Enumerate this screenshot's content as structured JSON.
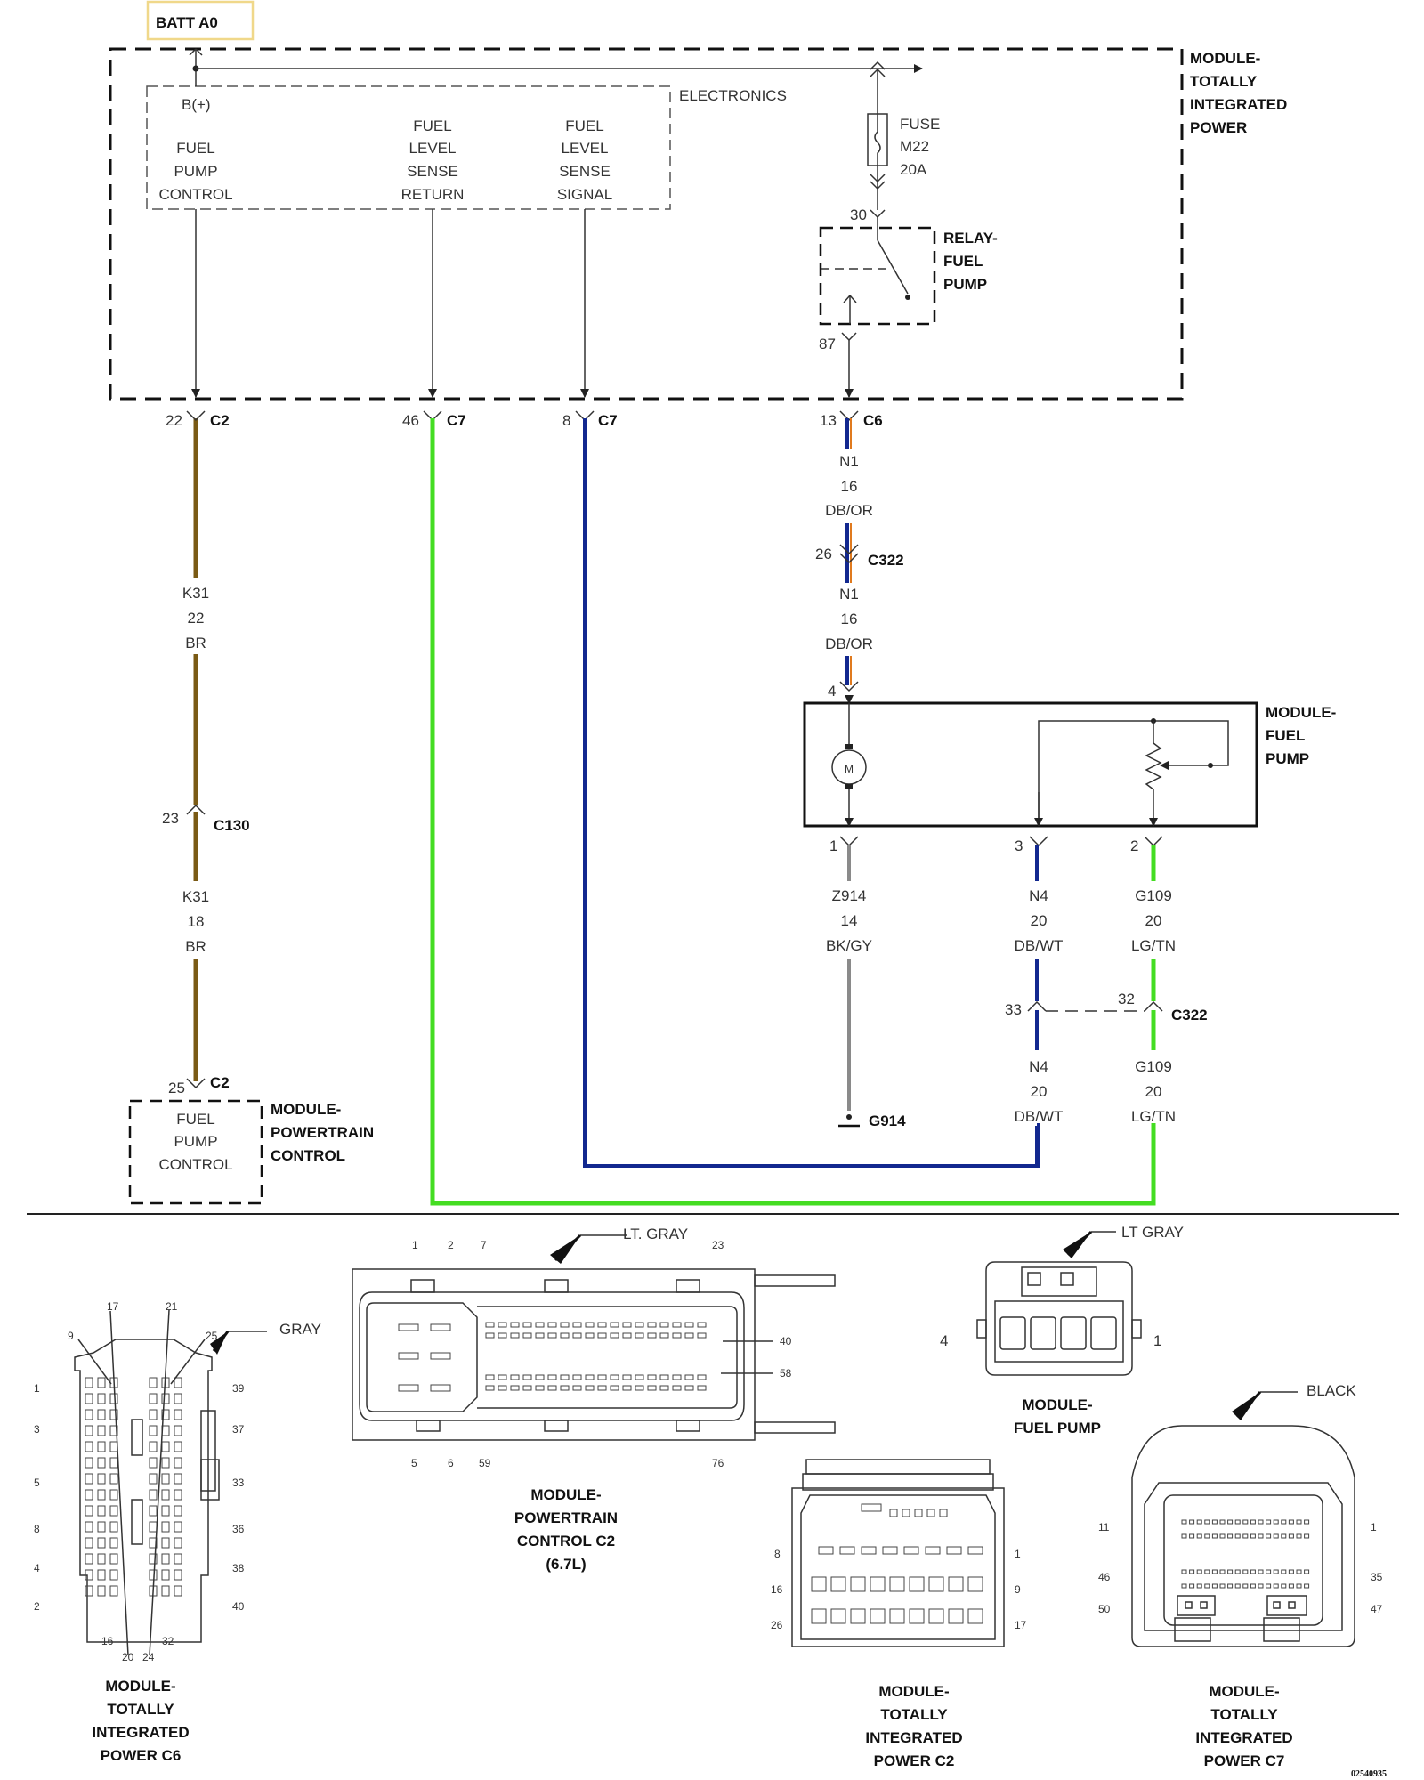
{
  "colors": {
    "br": "#7a5a14",
    "lg": "#44dd22",
    "db": "#12288f",
    "or": "#e07a1e",
    "gy": "#8a8a8a",
    "bk": "#222222",
    "batt_border": "#f0d88a"
  },
  "header": {
    "batt_label": "BATT A0"
  },
  "tipm": {
    "title": [
      "MODULE-",
      "TOTALLY",
      "INTEGRATED",
      "POWER"
    ],
    "electronics_label": "ELECTRONICS",
    "bplus": "B(+)",
    "pins": {
      "fuel_pump_control": [
        "FUEL",
        "PUMP",
        "CONTROL"
      ],
      "fuel_level_sense_return": [
        "FUEL",
        "LEVEL",
        "SENSE",
        "RETURN"
      ],
      "fuel_level_sense_signal": [
        "FUEL",
        "LEVEL",
        "SENSE",
        "SIGNAL"
      ]
    },
    "fuse": [
      "FUSE",
      "M22",
      "20A"
    ],
    "relay": [
      "RELAY-",
      "FUEL",
      "PUMP"
    ],
    "relay_pin_in": "30",
    "relay_pin_out": "87"
  },
  "connectors": {
    "c2_top": {
      "pin": "22",
      "name": "C2"
    },
    "c7_return": {
      "pin": "46",
      "name": "C7"
    },
    "c7_signal": {
      "pin": "8",
      "name": "C7"
    },
    "c6": {
      "pin": "13",
      "name": "C6"
    },
    "c322_top": {
      "pin": "26",
      "name": "C322"
    },
    "fp_pin4": "4",
    "c130": {
      "pin": "23",
      "name": "C130"
    },
    "c2_pcm": {
      "pin": "25",
      "name": "C2"
    },
    "fp_pin1": "1",
    "fp_pin3": "3",
    "fp_pin2": "2",
    "c322_bottom": {
      "pin_left": "33",
      "pin_right": "32",
      "name": "C322"
    },
    "ground": "G914"
  },
  "wires": {
    "k31_upper": [
      "K31",
      "22",
      "BR"
    ],
    "k31_lower": [
      "K31",
      "18",
      "BR"
    ],
    "n1_upper": [
      "N1",
      "16",
      "DB/OR"
    ],
    "n1_lower": [
      "N1",
      "16",
      "DB/OR"
    ],
    "z914": [
      "Z914",
      "14",
      "BK/GY"
    ],
    "n4_upper": [
      "N4",
      "20",
      "DB/WT"
    ],
    "n4_lower": [
      "N4",
      "20",
      "DB/WT"
    ],
    "g109_upper": [
      "G109",
      "20",
      "LG/TN"
    ],
    "g109_lower": [
      "G109",
      "20",
      "LG/TN"
    ]
  },
  "fuel_pump_module": {
    "title": [
      "MODULE-",
      "FUEL",
      "PUMP"
    ],
    "motor": "M"
  },
  "pcm": {
    "title": [
      "MODULE-",
      "POWERTRAIN",
      "CONTROL"
    ],
    "pin_label": [
      "FUEL",
      "PUMP",
      "CONTROL"
    ]
  },
  "views": {
    "c6": {
      "title": [
        "MODULE-",
        "TOTALLY",
        "INTEGRATED",
        "POWER C6"
      ],
      "color": "GRAY",
      "pins_top": [
        "17",
        "21",
        "9",
        "25"
      ],
      "pins_left": [
        "1",
        "3",
        "5",
        "8",
        "4",
        "2"
      ],
      "pins_right": [
        "39",
        "37",
        "33",
        "36",
        "38",
        "40"
      ],
      "pins_bottom": [
        "16",
        "32",
        "20",
        "24"
      ]
    },
    "pcm_c2": {
      "title": [
        "MODULE-",
        "POWERTRAIN",
        "CONTROL C2",
        "(6.7L)"
      ],
      "color": "LT. GRAY",
      "pins_top": [
        "1",
        "2",
        "7",
        "23"
      ],
      "pins_right": [
        "40",
        "58"
      ],
      "pins_bottom": [
        "5",
        "6",
        "59",
        "76"
      ]
    },
    "fuel_pump": {
      "title": [
        "MODULE-",
        "FUEL PUMP"
      ],
      "color": "LT GRAY",
      "pin_left": "4",
      "pin_right": "1"
    },
    "tipm_c2": {
      "title": [
        "MODULE-",
        "TOTALLY",
        "INTEGRATED",
        "POWER C2"
      ],
      "pins_left": [
        "8",
        "16",
        "26"
      ],
      "pins_right": [
        "1",
        "9",
        "17"
      ]
    },
    "tipm_c7": {
      "title": [
        "MODULE-",
        "TOTALLY",
        "INTEGRATED",
        "POWER C7"
      ],
      "color": "BLACK",
      "pins_left": [
        "11",
        "46",
        "50"
      ],
      "pins_right": [
        "1",
        "35",
        "47"
      ]
    }
  },
  "doc_number": "02540935"
}
